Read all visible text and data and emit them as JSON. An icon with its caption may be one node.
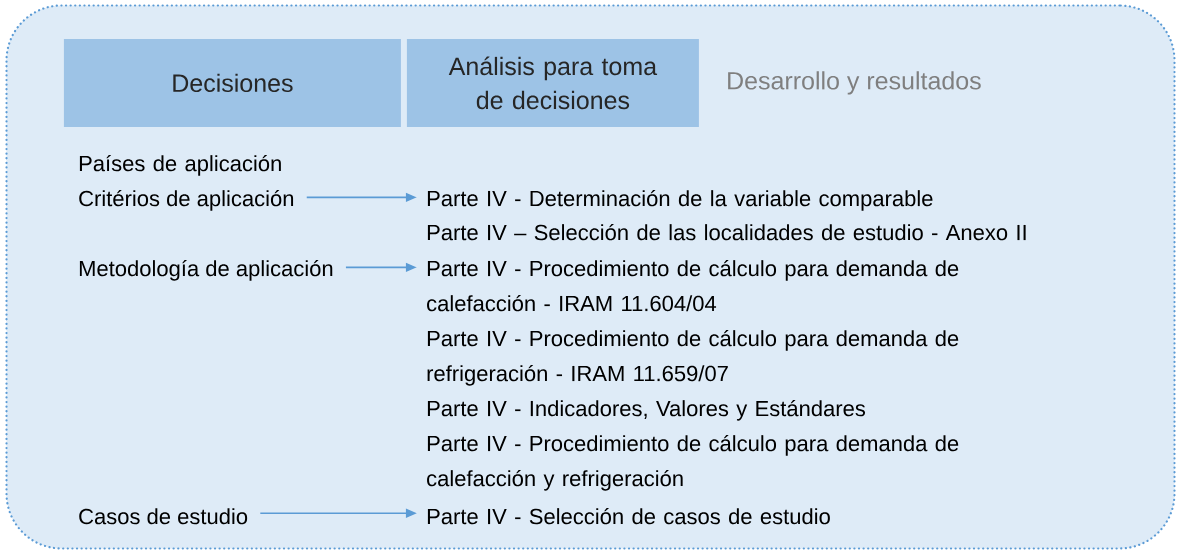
{
  "diagram": {
    "nodes": [
      {
        "text": [],
        "shape": "box"
      },
      {
        "text": [
          "Decisiones"
        ],
        "in": 0
      },
      {
        "text": [
          "Análisis para toma de decisiones"
        ],
        "in": 0
      },
      {
        "text": [
          "Critérios de aplicación"
        ],
        "in": 0
      },
      {
        "text": [
          "Parte IV - Determinación de la variable comparable"
        ],
        "in": 0
      },
      {
        "text": [
          "Metodología de aplicación"
        ],
        "in": 0
      },
      {
        "text": [
          "Parte IV - Procedimiento de cálculo para demanda de calefacción - IRAM 11.604/04"
        ],
        "in": 0
      },
      {
        "text": [
          "Casos de estudio"
        ],
        "in": 0
      },
      {
        "text": [
          "Parte IV - Selección de casos de estudio"
        ],
        "in": 0
      }
    ],
    "edges": [
      {
        "from": 3,
        "to": 4,
        "arrow": "to"
      },
      {
        "from": 5,
        "to": 6,
        "arrow": "to"
      },
      {
        "from": 7,
        "to": 8,
        "arrow": "to"
      }
    ],
    "labels": [
      "Desarrollo y resultados",
      "Países de aplicación",
      "Parte IV – Selección de las localidades de estudio - Anexo II",
      "Parte IV - Procedimiento de cálculo para demanda de refrigeración - IRAM 11.659/07",
      "Parte IV - Indicadores, Valores y Estándares",
      "Parte IV - Procedimiento de cálculo para demanda de calefacción y refrigeración"
    ]
  }
}
